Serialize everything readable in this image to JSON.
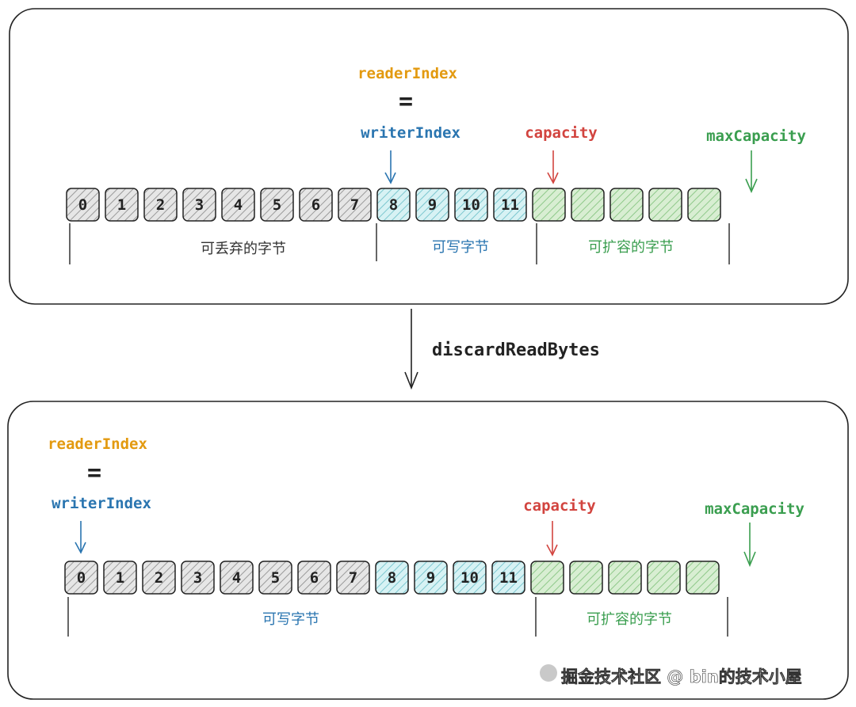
{
  "operation": "discardReadBytes",
  "colors": {
    "readerIndex": "#e39a10",
    "writerIndex": "#2a75b0",
    "capacity": "#d2443f",
    "maxCapacity": "#3a9e4f",
    "read_cell_fill": "#d9d9d9",
    "write_cell_fill": "#cdeef0",
    "expand_cell_fill": "#cfe9c7"
  },
  "top": {
    "pointers": {
      "readerIndex": "readerIndex",
      "equals": "=",
      "writerIndex": "writerIndex",
      "capacity": "capacity",
      "maxCapacity": "maxCapacity"
    },
    "cells": [
      "0",
      "1",
      "2",
      "3",
      "4",
      "5",
      "6",
      "7",
      "8",
      "9",
      "10",
      "11",
      "",
      "",
      "",
      "",
      ""
    ],
    "sections": {
      "discardable": "可丢弃的字节",
      "writable": "可写字节",
      "expandable": "可扩容的字节"
    }
  },
  "bottom": {
    "pointers": {
      "readerIndex": "readerIndex",
      "equals": "=",
      "writerIndex": "writerIndex",
      "capacity": "capacity",
      "maxCapacity": "maxCapacity"
    },
    "cells": [
      "0",
      "1",
      "2",
      "3",
      "4",
      "5",
      "6",
      "7",
      "8",
      "9",
      "10",
      "11",
      "",
      "",
      "",
      "",
      ""
    ],
    "sections": {
      "writable": "可写字节",
      "expandable": "可扩容的字节"
    }
  },
  "watermark": "掘金技术社区 @ bin的技术小屋"
}
